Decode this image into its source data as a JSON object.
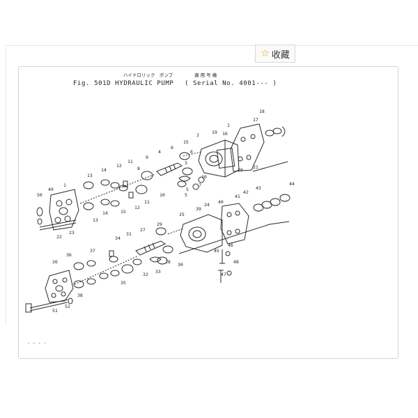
{
  "toolbar": {
    "favorite_icon": "star-outline-icon",
    "favorite_glyph": "☆",
    "favorite_label": "收藏"
  },
  "diagram": {
    "caption_jp_left": "ハイドロリック　ポンプ",
    "caption_jp_right": "適 用 号 機",
    "caption_main": "Fig. 501D  HYDRAULIC  PUMP",
    "caption_serial": "( Serial No. 4001--- )",
    "footer_mark": "- - - -",
    "callouts_upper": [
      "18",
      "17",
      "1",
      "16",
      "2",
      "19",
      "15",
      "20",
      "21",
      "4",
      "6",
      "5",
      "3",
      "6",
      "7",
      "10",
      "9",
      "8",
      "11",
      "12",
      "14",
      "13",
      "50",
      "49",
      "1",
      "22",
      "23",
      "10",
      "11",
      "12",
      "13",
      "14",
      "15",
      "5"
    ],
    "callouts_lower": [
      "44",
      "43",
      "42",
      "41",
      "40",
      "39",
      "24",
      "25",
      "26",
      "27",
      "28",
      "29",
      "30",
      "31",
      "32",
      "33",
      "34",
      "35",
      "36",
      "37",
      "38",
      "45",
      "46",
      "47",
      "48",
      "51",
      "52"
    ]
  },
  "colors": {
    "ink": "#2b2b2b",
    "card_border": "#d4d4d4",
    "star": "#d9a300"
  }
}
